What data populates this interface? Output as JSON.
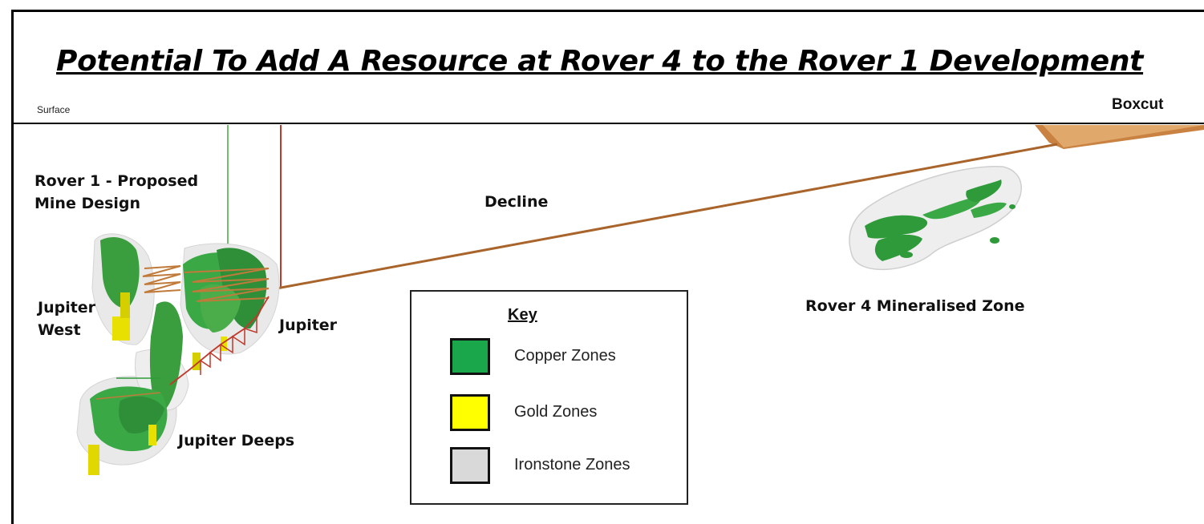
{
  "title": "Potential To Add A Resource at Rover 4 to the Rover 1 Development",
  "labels": {
    "surface": "Surface",
    "boxcut": "Boxcut",
    "rover1_line1": "Rover 1 - Proposed",
    "rover1_line2": "Mine Design",
    "decline": "Decline",
    "jupiter_west_line1": "Jupiter",
    "jupiter_west_line2": "West",
    "jupiter": "Jupiter",
    "jupiter_deeps": "Jupiter Deeps",
    "rover4": "Rover 4 Mineralised Zone"
  },
  "key": {
    "title": "Key",
    "items": [
      {
        "label": "Copper Zones",
        "color": "#1aa64a"
      },
      {
        "label": "Gold Zones",
        "color": "#ffff00"
      },
      {
        "label": "Ironstone Zones",
        "color": "#d9d9d9"
      }
    ]
  },
  "colors": {
    "copper": "#2e9a3a",
    "gold": "#e8e000",
    "ironstone": "#e6e6e6",
    "decline": "#b5651d",
    "boxcut": "#d2915a",
    "shaft_red": "#c0392b"
  }
}
